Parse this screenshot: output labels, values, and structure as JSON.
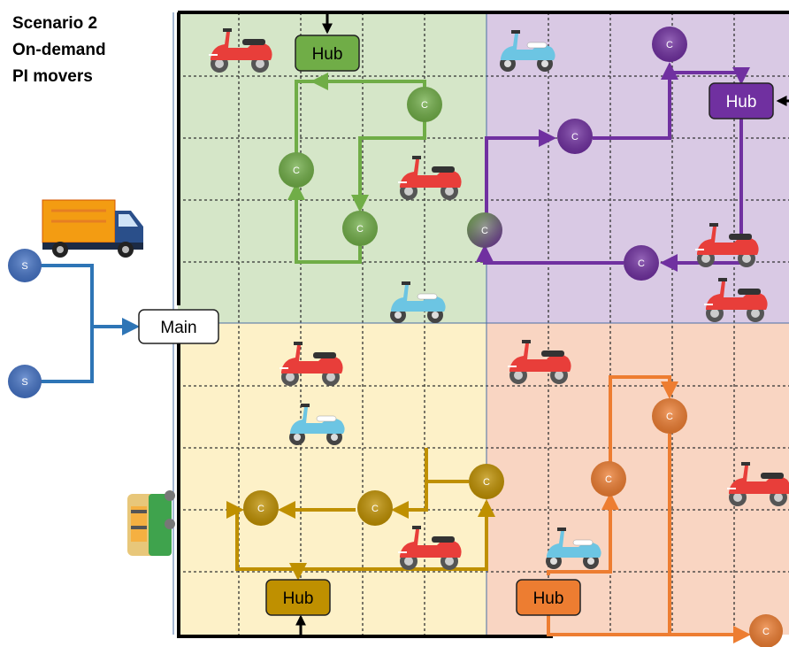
{
  "title": {
    "line1": "Scenario 2",
    "line2": "On-demand",
    "line3": "PI movers"
  },
  "nodes": {
    "main": "Main",
    "supplier": "S",
    "customer": "C",
    "hub": "Hub"
  },
  "colors": {
    "green_zone": "#d5e6c8",
    "purple_zone": "#d9c9e4",
    "yellow_zone": "#fdf1c8",
    "orange_zone": "#f9d5c2",
    "green": "#70ad47",
    "purple": "#7030a0",
    "yellow": "#bf9000",
    "orange": "#ed7d31",
    "blue": "#2e75b6"
  },
  "icons": [
    "truck-icon",
    "scooter-icon",
    "bike-icon",
    "recycle-bin-icon"
  ]
}
